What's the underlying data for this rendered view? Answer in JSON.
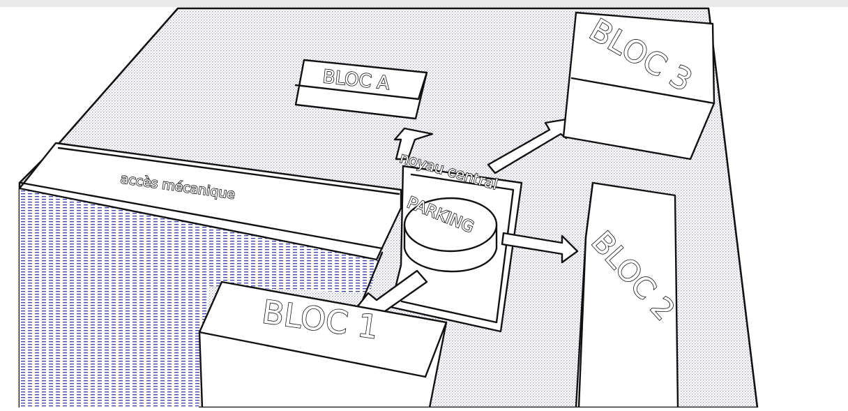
{
  "diagram": {
    "labels": {
      "bloc_a": "BLOC A",
      "bloc_1": "BLOC 1",
      "bloc_2": "BLOC 2",
      "bloc_3": "BLOC 3",
      "access": "accès mécanique",
      "core": "noyau central",
      "parking": "PARKING"
    },
    "colors": {
      "ink": "#111111",
      "paper": "#ffffff",
      "hatch_blue": "#3a3aa8",
      "hatch_gray": "#b8b8c8"
    }
  }
}
